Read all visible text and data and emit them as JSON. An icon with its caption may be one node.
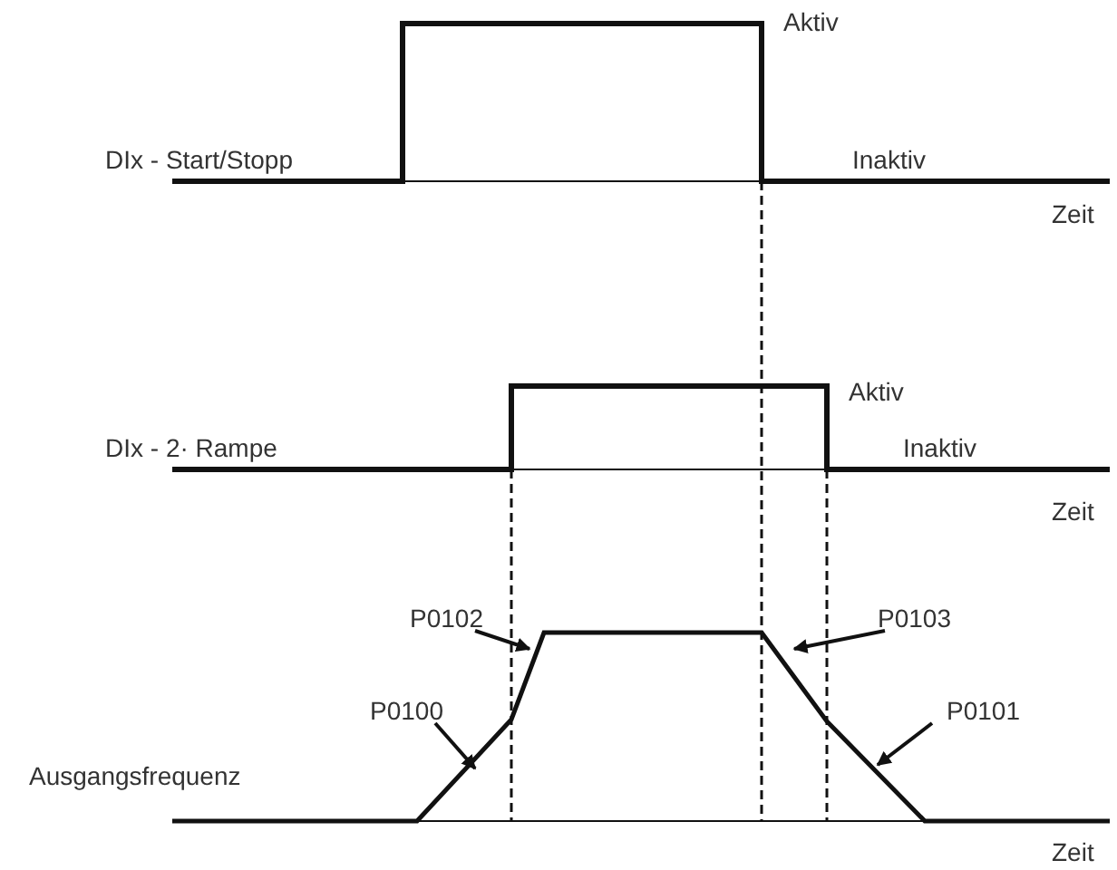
{
  "diagram": {
    "nodes": [
      {
        "text": [
          "P0102"
        ]
      },
      {
        "text": [
          "P0103"
        ]
      },
      {
        "text": [
          "P0100"
        ]
      },
      {
        "text": [
          "P0101"
        ]
      }
    ],
    "edges": [
      {
        "from": 0,
        "to": null,
        "arrow": "to"
      },
      {
        "from": 1,
        "to": null,
        "arrow": "to"
      },
      {
        "from": 2,
        "to": null,
        "arrow": "to"
      },
      {
        "from": 3,
        "to": null,
        "arrow": "to"
      }
    ],
    "labels": [
      "Aktiv",
      "DIx - Start/Stopp",
      "Inaktiv",
      "Zeit",
      "Aktiv",
      "DIx - 2· Rampe",
      "Inaktiv",
      "Zeit",
      "Ausgangsfrequenz",
      "Zeit"
    ]
  }
}
